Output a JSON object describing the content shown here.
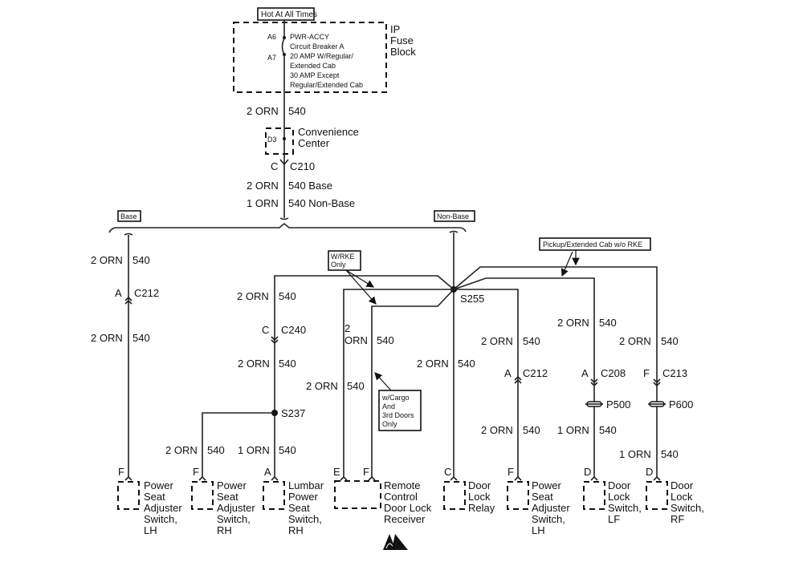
{
  "diagram": {
    "type": "wiring-schematic",
    "power_source": {
      "label_box": "Hot At All Times",
      "block_name": [
        "IP",
        "Fuse",
        "Block"
      ],
      "pins": [
        "A6",
        "A7"
      ],
      "breaker_text": [
        "PWR-ACCY",
        "Circuit Breaker A",
        "20 AMP W/Regular/",
        "Extended Cab",
        "30 AMP Except",
        "Regular/Extended Cab"
      ]
    },
    "main_feed": {
      "wire1": {
        "gauge_color": "2 ORN",
        "circuit": "540"
      },
      "convenience_center": {
        "pin": "D3",
        "name": [
          "Convenience",
          "Center"
        ]
      },
      "connector": {
        "pin": "C",
        "id": "C210"
      },
      "wire2": {
        "gauge_color": "2 ORN",
        "circuit": "540 Base"
      },
      "wire3": {
        "gauge_color": "1 ORN",
        "circuit": "540 Non-Base"
      }
    },
    "options": {
      "base": "Base",
      "non_base": "Non-Base",
      "wrke": [
        "W/RKE",
        "Only"
      ],
      "pickup": "Pickup/Extended Cab w/o RKE",
      "cargo": [
        "w/Cargo",
        "And",
        "3rd Doors",
        "Only"
      ]
    },
    "splices": {
      "s255": "S255",
      "s237": "S237"
    },
    "branches": {
      "base_lh": {
        "w1g": "2 ORN",
        "w1c": "540",
        "pin": "A",
        "conn": "C212",
        "w2g": "2 ORN",
        "w2c": "540"
      },
      "lumbar": {
        "w1g": "2 ORN",
        "w1c": "540",
        "pin": "C",
        "conn": "C240",
        "w2g": "2 ORN",
        "w2c": "540"
      },
      "rh_seat": {
        "wg": "2 ORN",
        "wc": "540"
      },
      "lumbar_low": {
        "wg": "1 ORN",
        "wc": "540"
      },
      "rke_e": {
        "wg": "2 ORN",
        "wc": "540"
      },
      "rke_f": {
        "wg1": "2",
        "wg2": "ORN",
        "wc": "540"
      },
      "relay": {
        "wg": "2 ORN",
        "wc": "540"
      },
      "nb_lh": {
        "w1g": "2 ORN",
        "w1c": "540",
        "pin": "A",
        "conn": "C212",
        "w2g": "2 ORN",
        "w2c": "540"
      },
      "lf": {
        "w1g": "2 ORN",
        "w1c": "540",
        "pin": "A",
        "conn": "C208",
        "pass": "P500",
        "w2g": "1 ORN",
        "w2c": "540"
      },
      "rf": {
        "w1g": "2 ORN",
        "w1c": "540",
        "pin": "F",
        "conn": "C213",
        "pass": "P600",
        "w2g": "1 ORN",
        "w2c": "540"
      }
    },
    "components": [
      {
        "pin": "F",
        "name": [
          "Power",
          "Seat",
          "Adjuster",
          "Switch,",
          "LH"
        ]
      },
      {
        "pin": "F",
        "name": [
          "Power",
          "Seat",
          "Adjuster",
          "Switch,",
          "RH"
        ]
      },
      {
        "pin": "A",
        "name": [
          "Lumbar",
          "Power",
          "Seat",
          "Switch,",
          "RH"
        ]
      },
      {
        "pins": [
          "E",
          "F"
        ],
        "name": [
          "Remote",
          "Control",
          "Door Lock",
          "Receiver"
        ]
      },
      {
        "pin": "C",
        "name": [
          "Door",
          "Lock",
          "Relay"
        ]
      },
      {
        "pin": "F",
        "name": [
          "Power",
          "Seat",
          "Adjuster",
          "Switch,",
          "LH"
        ]
      },
      {
        "pin": "D",
        "name": [
          "Door",
          "Lock",
          "Switch,",
          "LF"
        ]
      },
      {
        "pin": "D",
        "name": [
          "Door",
          "Lock",
          "Switch,",
          "RF"
        ]
      }
    ],
    "esd_icon": "esd-sensitive-warning"
  }
}
